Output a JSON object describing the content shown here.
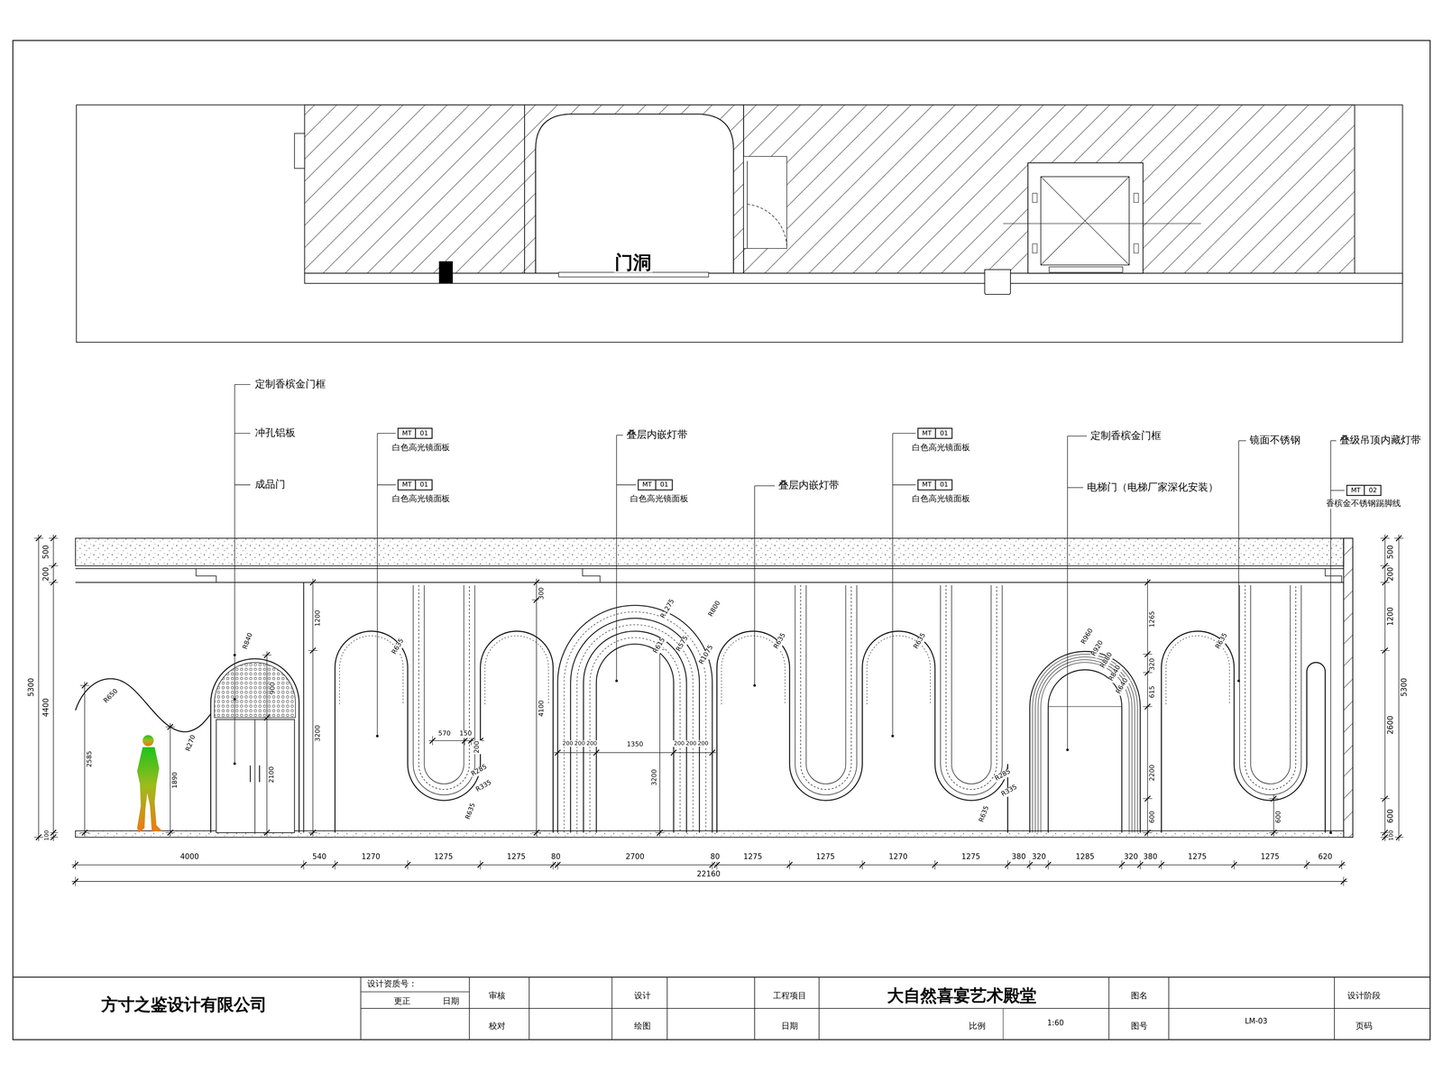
{
  "diagram": {
    "nodes": [
      {
        "text": [
          "MT",
          "01"
        ]
      },
      {
        "text": [
          "MT",
          "01"
        ]
      },
      {
        "text": [
          "MT",
          "01"
        ]
      },
      {
        "text": [
          "MT",
          "01"
        ]
      },
      {
        "text": [
          "MT",
          "01"
        ]
      },
      {
        "text": [
          "MT",
          "02"
        ]
      }
    ],
    "labels": [
      "门洞",
      "定制香槟金门框",
      "冲孔铝板",
      "成品门",
      "白色高光镜面板",
      "白色高光镜面板",
      "叠层内嵌灯带",
      "白色高光镜面板",
      "叠层内嵌灯带",
      "白色高光镜面板",
      "白色高光镜面板",
      "定制香槟金门框",
      "电梯门（电梯厂家深化安装）",
      "镜面不锈钢",
      "叠级吊顶内藏灯带",
      "香槟金不锈钢踢脚线",
      "4000",
      "540",
      "1270",
      "1275",
      "1275",
      "80",
      "2700",
      "80",
      "1275",
      "1275",
      "1270",
      "1275",
      "380",
      "320",
      "1285",
      "320",
      "380",
      "1275",
      "1275",
      "620",
      "22160",
      "500",
      "200",
      "4400",
      "100",
      "5300",
      "500",
      "200",
      "1200",
      "2600",
      "600",
      "100",
      "5300",
      "2585",
      "R650",
      "1890",
      "R270",
      "R840",
      "900",
      "2100",
      "1200",
      "3200",
      "R635",
      "570",
      "150",
      "200",
      "R285",
      "R335",
      "R635",
      "300",
      "4100",
      "200",
      "200",
      "200",
      "1350",
      "3200",
      "200",
      "200",
      "200",
      "R1275",
      "R800",
      "R615",
      "R575",
      "R1075",
      "R635",
      "R635",
      "R285",
      "R335",
      "R635",
      "R960",
      "R920",
      "R880",
      "R840",
      "R640",
      "1265",
      "320",
      "615",
      "2200",
      "600",
      "600",
      "R635",
      "方寸之鉴设计有限公司",
      "设计资质号：",
      "更正",
      "日期",
      "审核",
      "校对",
      "设计",
      "绘图",
      "工程项目",
      "日期",
      "大自然喜宴艺术殿堂",
      "比例",
      "1:60",
      "图名",
      "图号",
      "LM-03",
      "设计阶段",
      "页码"
    ]
  }
}
